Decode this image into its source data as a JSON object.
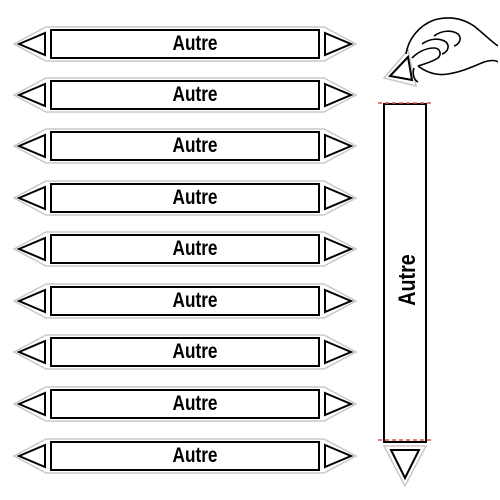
{
  "markers": [
    {
      "label": "Autre"
    },
    {
      "label": "Autre"
    },
    {
      "label": "Autre"
    },
    {
      "label": "Autre"
    },
    {
      "label": "Autre"
    },
    {
      "label": "Autre"
    },
    {
      "label": "Autre"
    },
    {
      "label": "Autre"
    },
    {
      "label": "Autre"
    }
  ],
  "vertical_marker": {
    "label": "Autre"
  },
  "illustration": {
    "hand_icon": "hand-peeling-icon",
    "cut_line_color": "#e05050",
    "stroke_color": "#000000",
    "background_color": "#ffffff"
  }
}
